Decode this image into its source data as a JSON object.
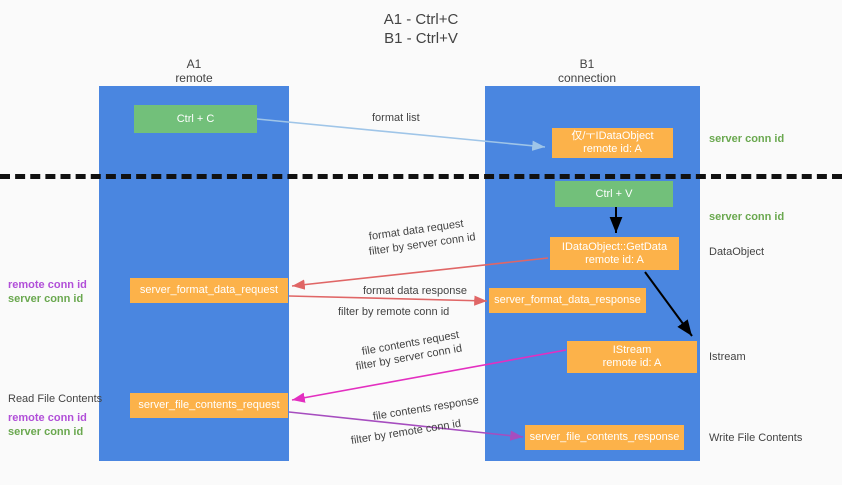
{
  "title": "A1 - Ctrl+C\nB1 - Ctrl+V",
  "columns": {
    "left": {
      "name": "A1",
      "sub": "remote"
    },
    "right": {
      "name": "B1",
      "sub": "connection"
    }
  },
  "boxes": {
    "ctrl_c": "Ctrl + C",
    "ctrl_v": "Ctrl + V",
    "idataobject": "仅/ㅜIDataObject\nremote id: A",
    "getdata": "IDataObject::GetData\nremote id: A",
    "istream": "IStream\nremote id: A",
    "server_format_data_request": "server_format_data_request",
    "server_format_data_response": "server_format_data_response",
    "server_file_contents_request": "server_file_contents_request",
    "server_file_contents_response": "server_file_contents_response"
  },
  "edge_labels": {
    "format_list": "format list",
    "format_data_request": "format data request",
    "format_data_request_filter_prefix": "filter by ",
    "format_data_request_filter_value": "server conn id",
    "format_data_response": "format data response",
    "format_data_response_filter_prefix": "filter by ",
    "format_data_response_filter_value": "remote conn id",
    "file_contents_request": "file contents request",
    "file_contents_request_filter_prefix": "filter by ",
    "file_contents_request_filter_value": "server conn id",
    "file_contents_response": "file contents response",
    "file_contents_response_filter_prefix": "filter by ",
    "file_contents_response_filter_value": "remote conn id"
  },
  "right_annotations": {
    "server_conn_id_top": "server conn id",
    "server_conn_id_second": "server conn id",
    "dataobject": "DataObject",
    "istream": "Istream",
    "write_file_contents": "Write File Contents"
  },
  "left_annotations": {
    "conn_block_1_remote": "remote conn id",
    "conn_block_1_server": "server conn id",
    "read_file_contents": "Read File Contents",
    "conn_block_2_remote": "remote conn id",
    "conn_block_2_server": "server conn id"
  },
  "colors": {
    "lane": "#4a86e0",
    "green_box": "#72c07a",
    "orange_box": "#fcb24a",
    "server_conn_id": "#6aa84f",
    "remote_conn_id": "#b14fd8",
    "format_list_arrow": "#9fc5e8",
    "format_data_arrow": "#e06666",
    "file_contents_request_arrow": "#e32fc0",
    "file_contents_response_arrow": "#a64dbf",
    "black_arrow": "#000000",
    "background": "#fafafa"
  }
}
